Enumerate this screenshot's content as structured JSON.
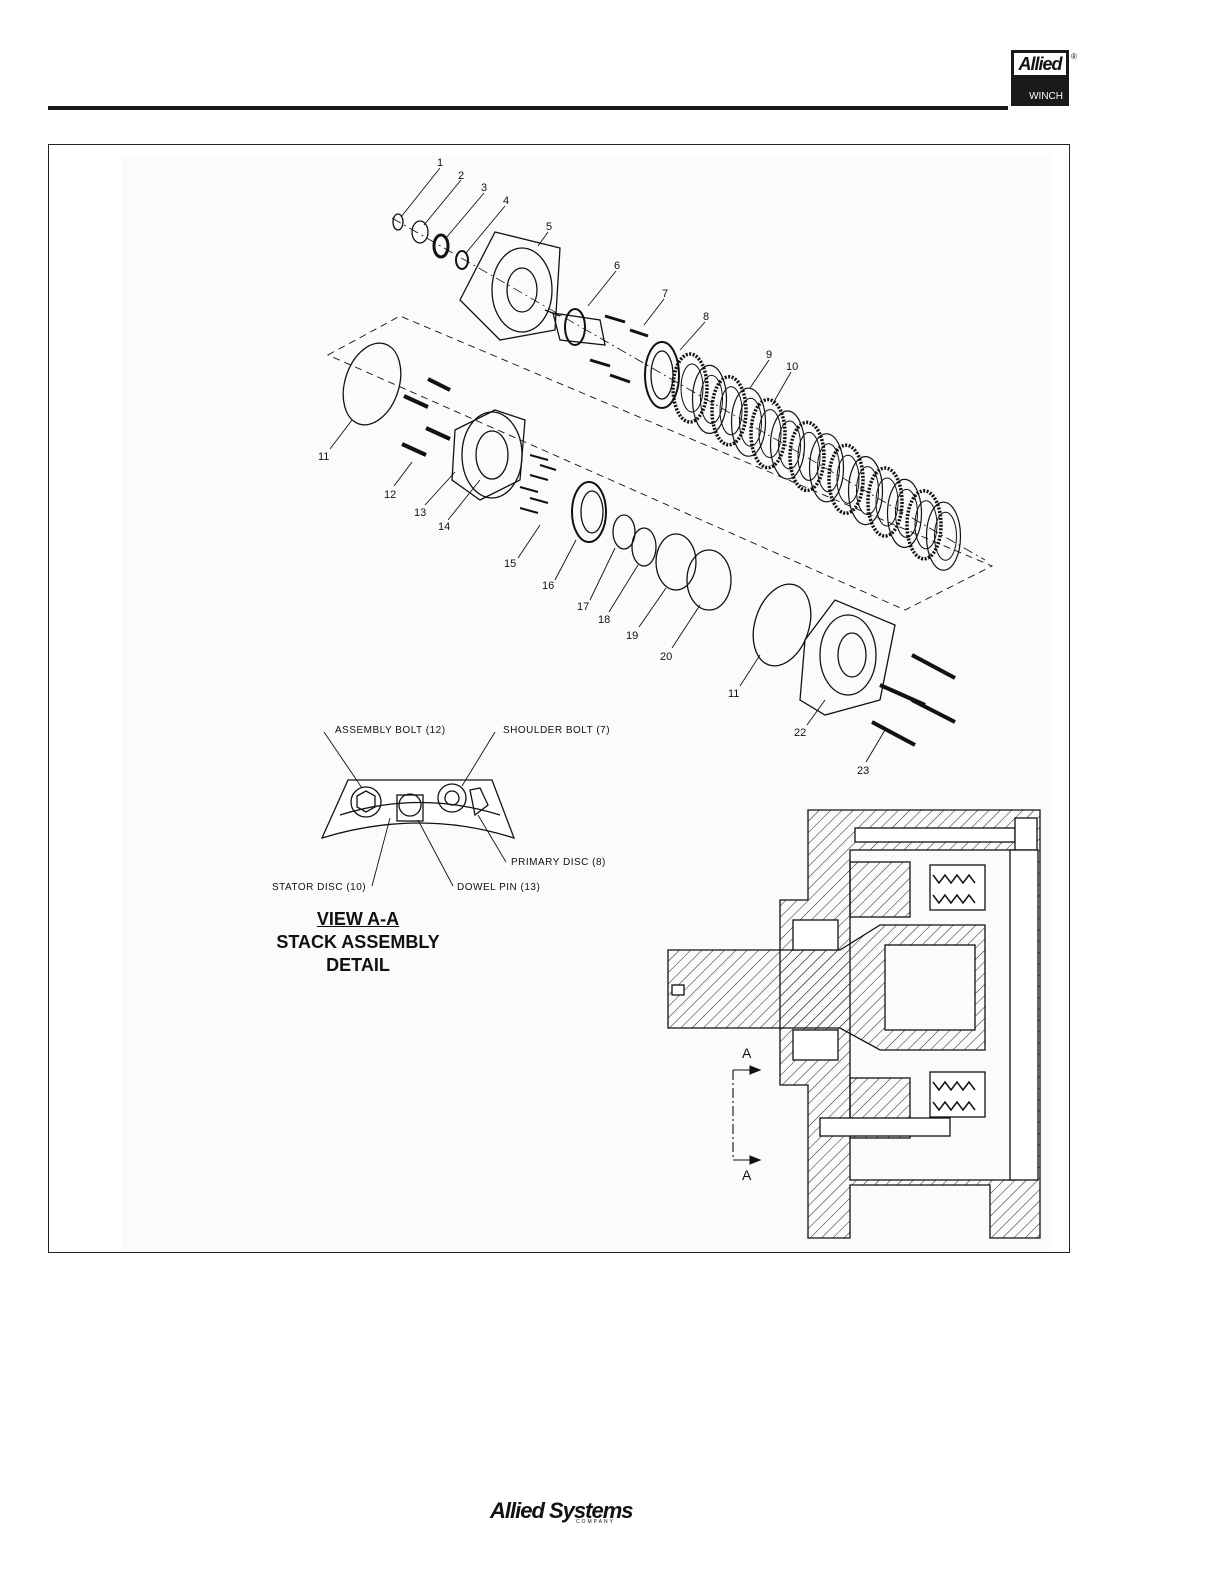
{
  "header": {
    "logo_text": "Allied",
    "logo_sub": "WINCH",
    "logo_reg": "®"
  },
  "callouts": [
    "1",
    "2",
    "3",
    "4",
    "5",
    "6",
    "7",
    "8",
    "9",
    "10",
    "11",
    "12",
    "13",
    "14",
    "15",
    "16",
    "17",
    "18",
    "19",
    "20",
    "11",
    "22",
    "23"
  ],
  "detail_view": {
    "label_assembly_bolt": "ASSEMBLY BOLT (12)",
    "label_shoulder_bolt": "SHOULDER BOLT (7)",
    "label_primary_disc": "PRIMARY DISC (8)",
    "label_stator_disc": "STATOR DISC (10)",
    "label_dowel_pin": "DOWEL PIN (13)",
    "title_line1": "VIEW A-A",
    "title_line2": "STACK ASSEMBLY",
    "title_line3": "DETAIL"
  },
  "section": {
    "marker_top": "A",
    "marker_bottom": "A"
  },
  "footer": {
    "logo_text": "Allied Systems",
    "logo_sub": "COMPANY"
  }
}
